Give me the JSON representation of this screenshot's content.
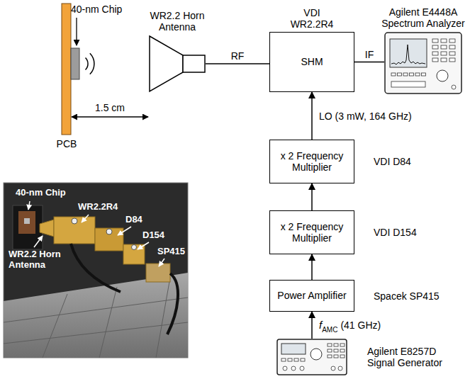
{
  "diagram": {
    "nodes": [
      {
        "text": [
          "WR2.2 Horn Antenna"
        ]
      },
      {
        "text": [
          "VDI WR2.2R4",
          "SHM"
        ]
      },
      {
        "text": [
          "Agilent E4448A Spectrum Analyzer"
        ]
      },
      {
        "text": [
          "x 2 Frequency Multiplier",
          "VDI D84"
        ]
      },
      {
        "text": [
          "x 2 Frequency Multiplier",
          "VDI D154"
        ]
      },
      {
        "text": [
          "Power Amplifier",
          "Spacek SP415"
        ]
      },
      {
        "text": [
          "Agilent E8257D Signal Generator"
        ]
      }
    ],
    "edges": [
      {
        "from": 0,
        "to": 1,
        "label": "RF",
        "arrow": "none"
      },
      {
        "from": 1,
        "to": 2,
        "label": "IF",
        "arrow": "none"
      },
      {
        "from": 3,
        "to": 1,
        "label": "LO (3 mW, 164 GHz)",
        "arrow": "to"
      },
      {
        "from": 4,
        "to": 3,
        "arrow": "to"
      },
      {
        "from": 5,
        "to": 4,
        "arrow": "to"
      },
      {
        "from": 6,
        "to": 5,
        "arrow": "to"
      }
    ],
    "labels": [
      "40-nm Chip",
      "1.5 cm",
      "PCB",
      "f",
      "AMC",
      "(41 GHz)",
      "40-nm Chip",
      "WR2.2R4",
      "D84",
      "D154",
      "SP415",
      "WR2.2 Horn Antenna"
    ]
  }
}
